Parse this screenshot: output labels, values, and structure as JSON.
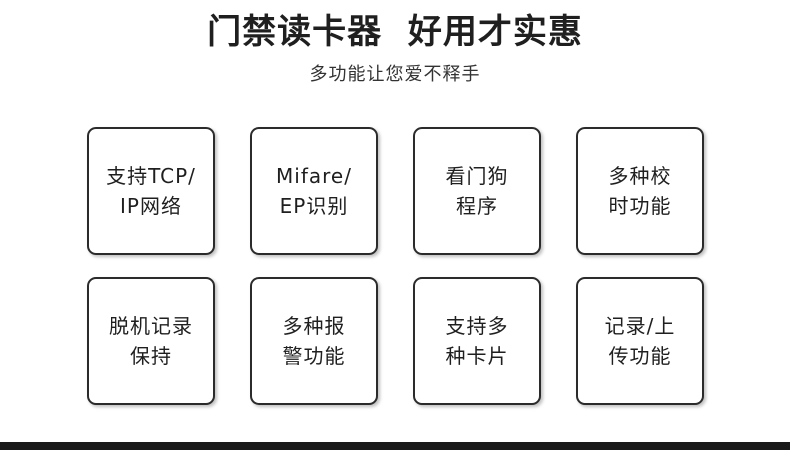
{
  "header": {
    "title": "门禁读卡器  好用才实惠",
    "subtitle": "多功能让您爱不释手"
  },
  "features": [
    {
      "line1": "支持TCP/",
      "line2": "IP网络"
    },
    {
      "line1": "Mifare/",
      "line2": "EP识别"
    },
    {
      "line1": "看门狗",
      "line2": "程序"
    },
    {
      "line1": "多种校",
      "line2": "时功能"
    },
    {
      "line1": "脱机记录",
      "line2": "保持"
    },
    {
      "line1": "多种报",
      "line2": "警功能"
    },
    {
      "line1": "支持多",
      "line2": "种卡片"
    },
    {
      "line1": "记录/上",
      "line2": "传功能"
    }
  ]
}
